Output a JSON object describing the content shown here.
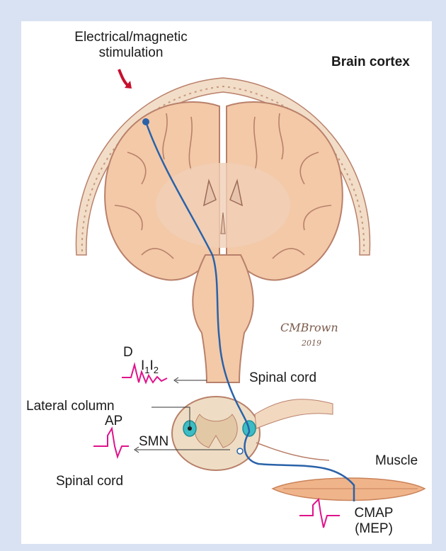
{
  "labels": {
    "stimulation_line1": "Electrical/magnetic",
    "stimulation_line2": "stimulation",
    "brain_cortex": "Brain cortex",
    "wave_d": "D",
    "wave_i": "I",
    "wave_i1_sub": "1",
    "wave_i2_sub": "2",
    "spinal_cord_upper": "Spinal cord",
    "lateral_column": "Lateral column",
    "ap": "AP",
    "smn": "SMN",
    "spinal_cord_lower": "Spinal cord",
    "muscle": "Muscle",
    "cmap": "CMAP",
    "mep": "(MEP)"
  },
  "signature": {
    "line1": "CMBrown",
    "line2": "2019"
  },
  "colors": {
    "background_border": "#d8e2f2",
    "skull_fill": "#f2ddc8",
    "brain_fill": "#f3c9a8",
    "brain_outline": "#b9806a",
    "neuron_tract": "#2a62a8",
    "stimulus_arrow": "#c8102e",
    "waveform": "#e0138c",
    "lateral_column_fill": "#3dbcc4",
    "muscle_fill": "#f0b48a",
    "spinal_section_fill": "#eeddc4"
  }
}
